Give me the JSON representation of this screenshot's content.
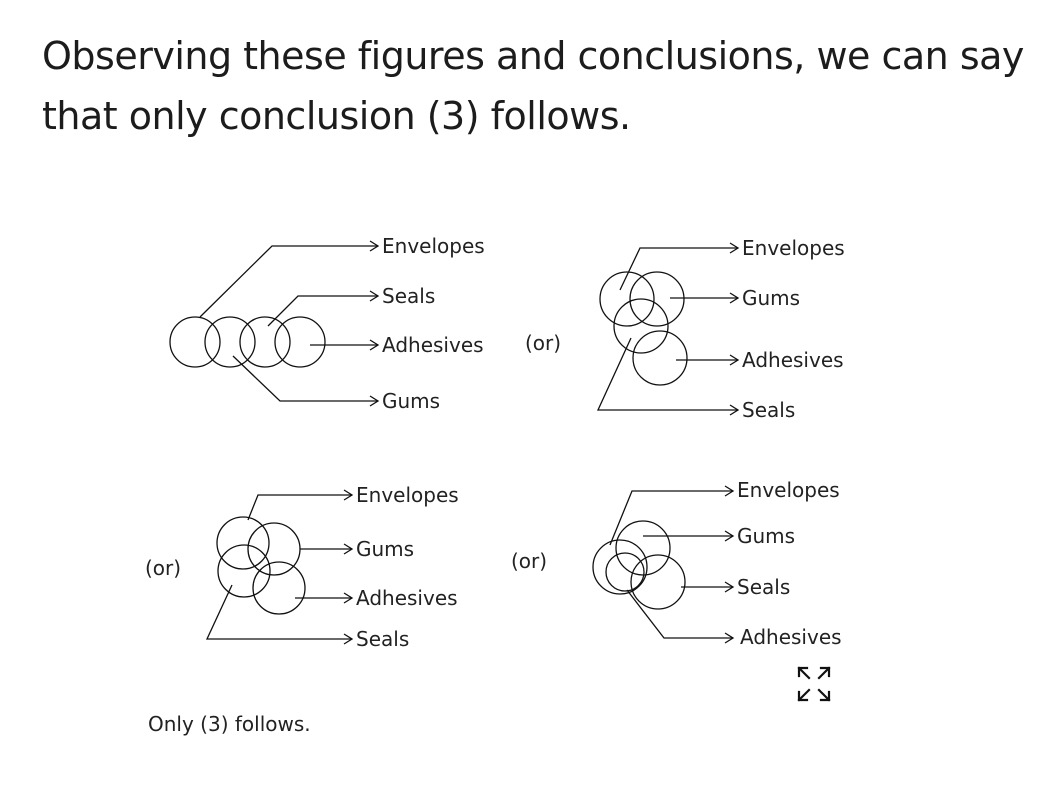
{
  "intro_text": "Observing these figures and conclusions, we can say that only conclusion (3) follows.",
  "or_label": "(or)",
  "caption": "Only (3) follows.",
  "expand_icon": "expand-arrows-icon",
  "diagrams": [
    {
      "labels": [
        "Envelopes",
        "Seals",
        "Adhesives",
        "Gums"
      ]
    },
    {
      "labels": [
        "Envelopes",
        "Gums",
        "Adhesives",
        "Seals"
      ]
    },
    {
      "labels": [
        "Envelopes",
        "Gums",
        "Adhesives",
        "Seals"
      ]
    },
    {
      "labels": [
        "Envelopes",
        "Gums",
        "Seals",
        "Adhesives"
      ]
    }
  ]
}
